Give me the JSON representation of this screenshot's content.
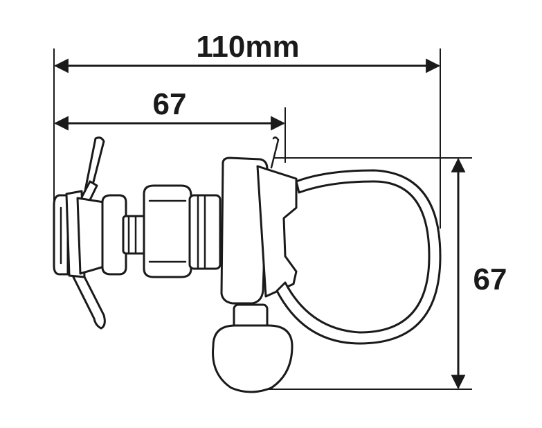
{
  "dimensions": {
    "overall_width": "110mm",
    "mount_width": "67",
    "clamp_height": "67"
  },
  "colors": {
    "line": "#1a1a1a",
    "background": "#ffffff"
  }
}
